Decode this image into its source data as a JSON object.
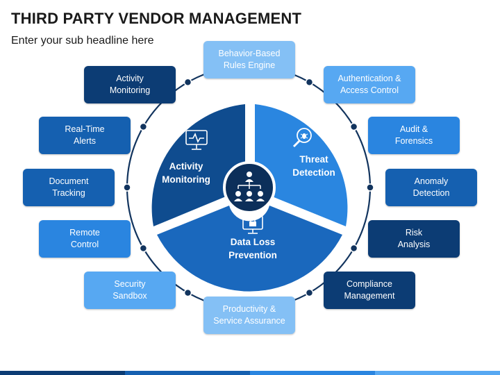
{
  "title": "THIRD PARTY VENDOR MANAGEMENT",
  "subtitle": "Enter your sub headline here",
  "center": {
    "icon": "org-chart-icon"
  },
  "segments": [
    {
      "line1": "Activity",
      "line2": "Monitoring",
      "icon": "monitor-pulse-icon",
      "color": "#0f4c8f"
    },
    {
      "line1": "Threat",
      "line2": "Detection",
      "icon": "magnifier-bug-icon",
      "color": "#2a86e0"
    },
    {
      "line1": "Data Loss",
      "line2": "Prevention",
      "icon": "lock-screen-icon",
      "color": "#1a68bd"
    }
  ],
  "boxes": {
    "activity_monitoring": "Activity\nMonitoring",
    "behavior_based": "Behavior-Based\nRules Engine",
    "authentication": "Authentication &\nAccess Control",
    "real_time_alerts": "Real-Time\nAlerts",
    "audit_forensics": "Audit &\nForensics",
    "document_tracking": "Document\nTracking",
    "anomaly_detection": "Anomaly\nDetection",
    "remote_control": "Remote\nControl",
    "risk_analysis": "Risk\nAnalysis",
    "security_sandbox": "Security\nSandbox",
    "compliance_management": "Compliance\nManagement",
    "productivity": "Productivity &\nService Assurance"
  },
  "colors": {
    "navy": "#0c3c74",
    "blue": "#1560b0",
    "mid": "#2a85e0",
    "sky": "#57a8f2",
    "pale": "#84c0f5",
    "ring": "#12345e",
    "center": "#0c2f5a"
  },
  "footer_colors": [
    "#0c3c74",
    "#1560b0",
    "#2a85e0",
    "#57a8f2"
  ]
}
